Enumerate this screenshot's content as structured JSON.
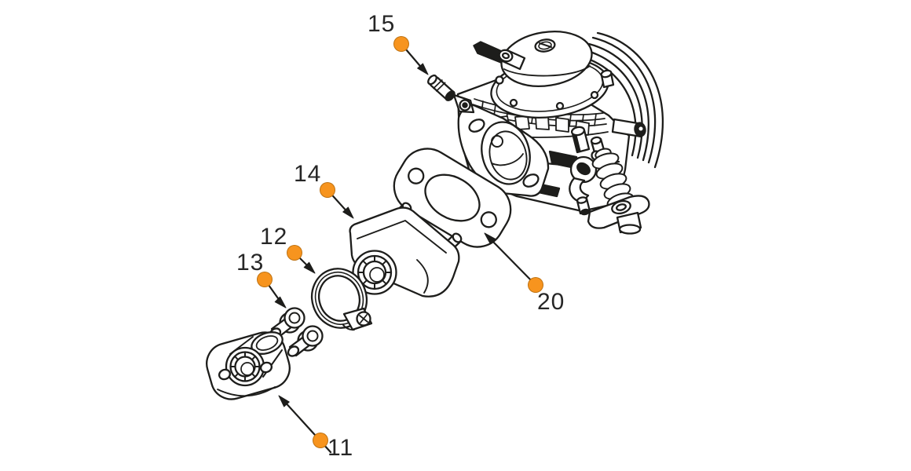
{
  "page": {
    "background": "#ffffff"
  },
  "diagram": {
    "type": "exploded-parts-diagram",
    "subject": "carburetor-intake-assembly",
    "line_color": "#1d1d1b",
    "callout_color": "#f7941e",
    "callouts": [
      {
        "label": "15"
      },
      {
        "label": "14"
      },
      {
        "label": "12"
      },
      {
        "label": "13"
      },
      {
        "label": "11"
      },
      {
        "label": "20"
      }
    ]
  }
}
